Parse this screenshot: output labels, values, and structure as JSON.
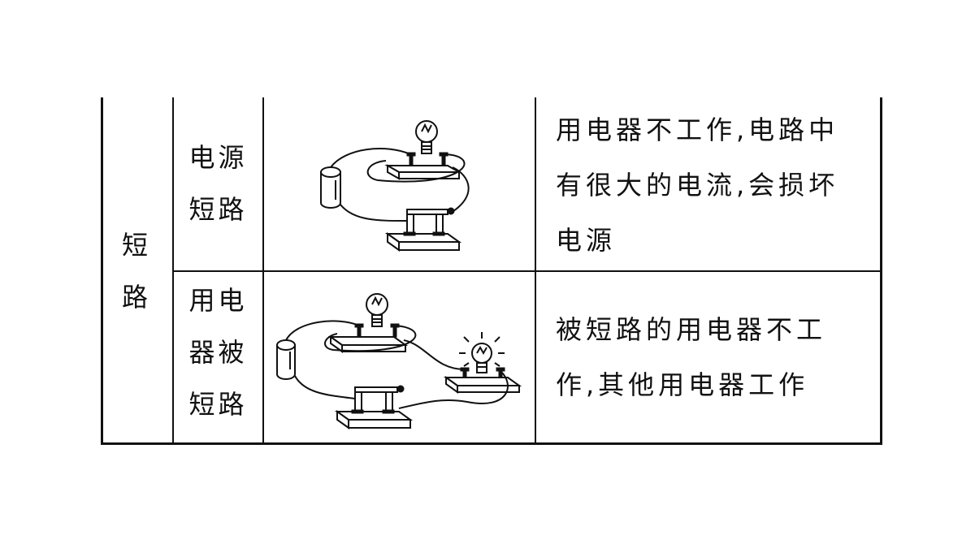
{
  "table": {
    "category": "短\n路",
    "rows": [
      {
        "type": "电源\n短路",
        "effect": "用电器不工作,电路中有很大的电流,会损坏电源",
        "diagram": "power-supply-short-circuit"
      },
      {
        "type": "用电\n器被\n短路",
        "effect": "被短路的用电器不工作,其他用电器工作",
        "diagram": "appliance-shorted"
      }
    ]
  }
}
